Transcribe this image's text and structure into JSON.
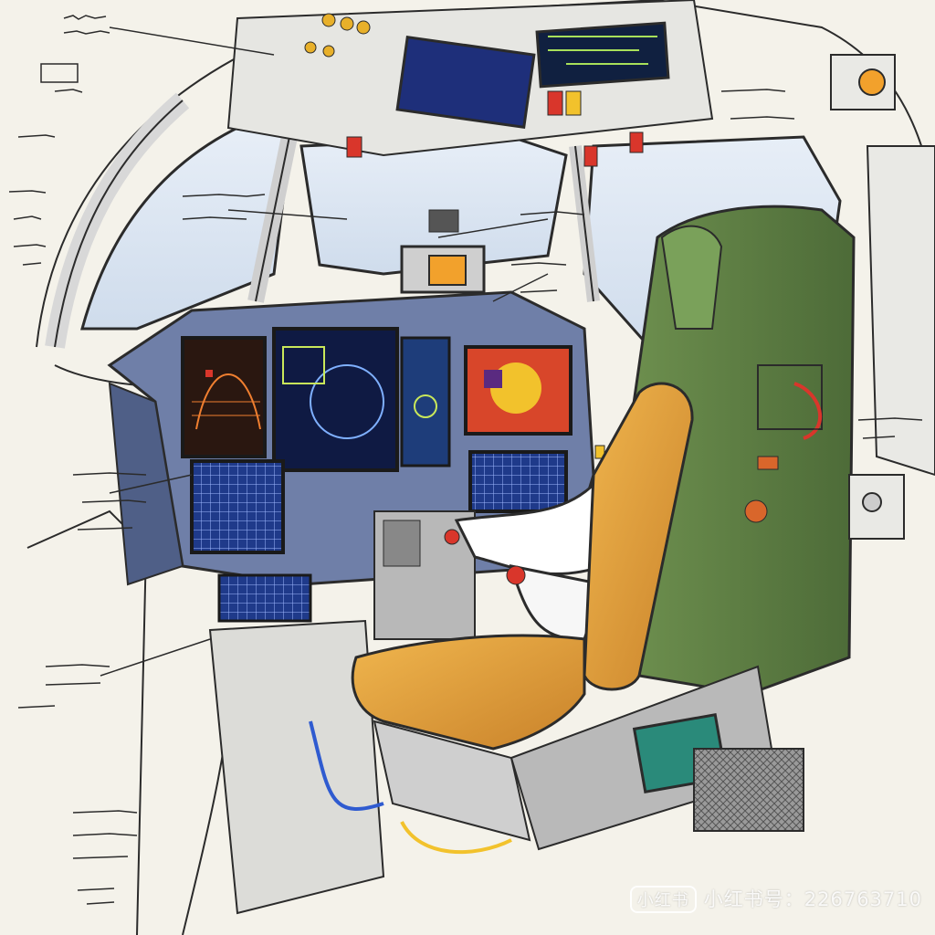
{
  "watermark": {
    "logo": "小红书",
    "text": "小红书号：226763710"
  },
  "colors": {
    "paper": "#f4f2ea",
    "ink": "#2b2b2b",
    "window_sky": "#dce7f3",
    "console_blue": "#5d6f9a",
    "screen_dark": "#101b3f",
    "seat_green": "#5f7f45",
    "cushion_orange": "#e3a23c",
    "accent_red": "#d9362b"
  },
  "icons": [
    "notes-scribbles",
    "warning-light-icon",
    "grid-screen-icon",
    "radar-screen-icon"
  ]
}
